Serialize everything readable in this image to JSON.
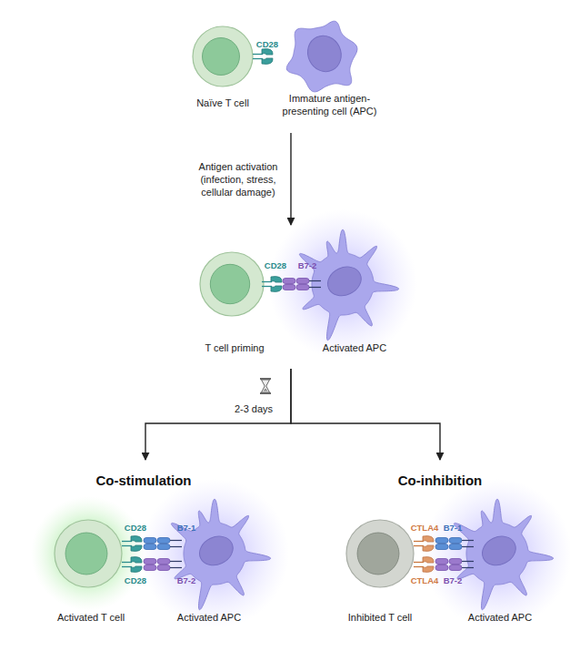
{
  "diagram": {
    "nodes": [
      {
        "text": [
          "Naïve T cell"
        ]
      },
      {
        "text": [
          "Immature antigen- presenting cell (APC)"
        ]
      },
      {
        "text": [
          "T cell priming"
        ]
      },
      {
        "text": [
          "Activated APC"
        ]
      },
      {
        "text": [
          "Activated T cell"
        ]
      },
      {
        "text": [
          "Activated APC"
        ]
      },
      {
        "text": [
          "Inhibited T cell"
        ]
      },
      {
        "text": [
          "Activated APC"
        ]
      }
    ],
    "edges": [
      {
        "from": 1,
        "to": 3,
        "arrow": "to",
        "label": "Antigen activation (infection, stress, cellular damage)"
      },
      {
        "from": 3,
        "to": 4,
        "arrow": "to"
      },
      {
        "from": 3,
        "to": 6,
        "arrow": "to"
      }
    ],
    "labels": [
      "CD28",
      "CD28",
      "B7-2",
      "2-3 days",
      "Co-stimulation",
      "Co-inhibition",
      "CD28",
      "B7-1",
      "CD28",
      "B7-2",
      "CTLA4",
      "B7-1",
      "CTLA4",
      "B7-2"
    ]
  }
}
